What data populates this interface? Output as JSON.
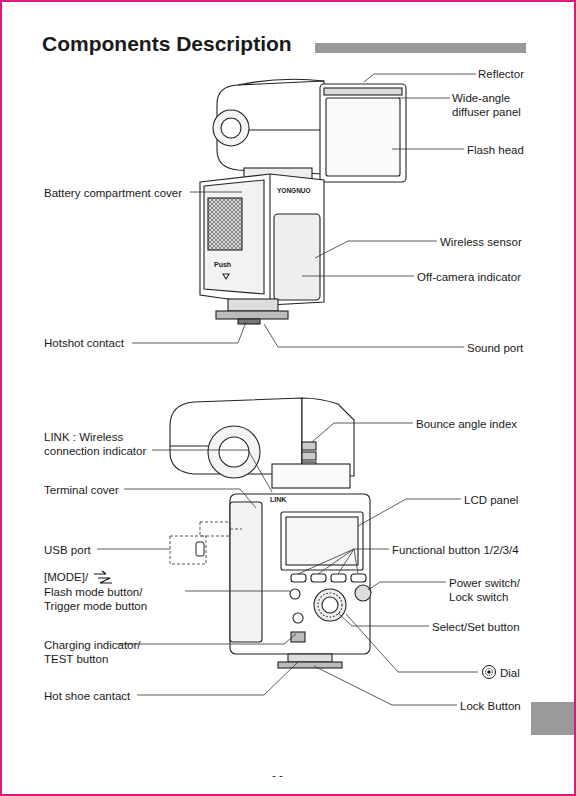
{
  "diagram": {
    "title": "Components Description",
    "labels": [
      "Reflector",
      "Wide-angle diffuser panel",
      "Flash head",
      "Battery compartment cover",
      "YONGNUO",
      "Wireless sensor",
      "Push",
      "Off-camera indicator",
      "Hotshot contact",
      "Sound port",
      "Bounce angle index",
      "LINK : Wireless connection indicator",
      "Terminal cover",
      "LINK",
      "LCD panel",
      "USB port",
      "Functional button 1/2/3/4",
      "[MODE]/",
      "Flash mode button/ Trigger mode button",
      "Power switch/ Lock switch",
      "Select/Set button",
      "Charging indicator/ TEST button",
      "Dial",
      "Hot shoe cantact",
      "Lock Button",
      "- -"
    ]
  }
}
